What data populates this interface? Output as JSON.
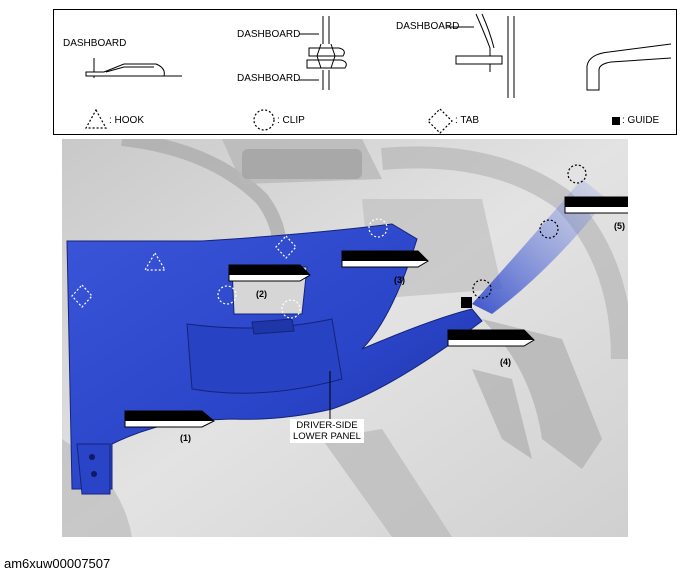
{
  "legend": {
    "dashboard": "DASHBOARD",
    "hook": ": HOOK",
    "clip": ": CLIP",
    "tab": ": TAB",
    "guide": ": GUIDE"
  },
  "callouts": [
    "(1)",
    "(2)",
    "(3)",
    "(4)",
    "(5)"
  ],
  "panel_label": [
    "DRIVER-SIDE",
    "LOWER PANEL"
  ],
  "figure_id": "am6xuw00007507",
  "colors": {
    "panel": "#2a44c8",
    "background_gray": "#d9d9d9"
  }
}
